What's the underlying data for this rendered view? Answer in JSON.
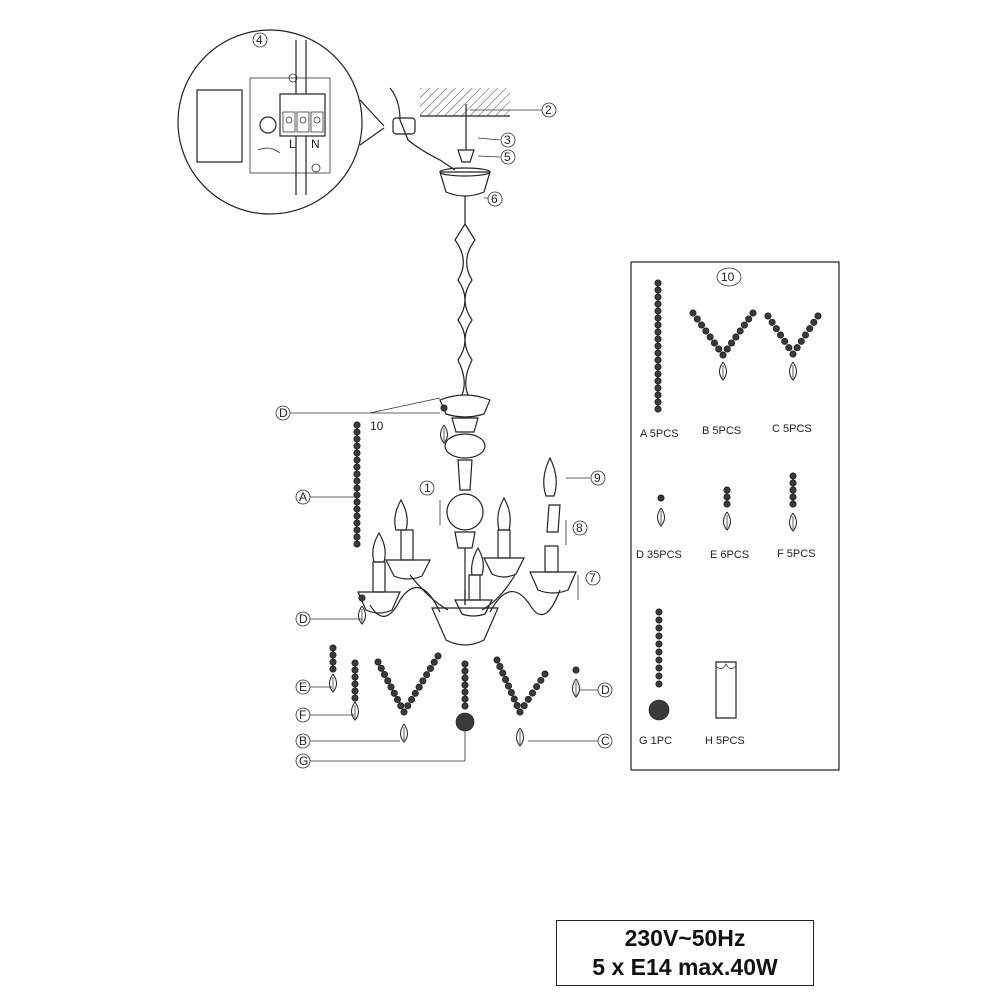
{
  "callouts": {
    "step_numbers": [
      "1",
      "2",
      "3",
      "4",
      "5",
      "6",
      "7",
      "8",
      "9",
      "10"
    ],
    "terminal_labels": [
      "L",
      "N"
    ],
    "part_letters": [
      "A",
      "B",
      "C",
      "D",
      "E",
      "F",
      "G"
    ]
  },
  "parts_panel": {
    "number": "10",
    "items": [
      {
        "letter": "A",
        "qty": "5PCS"
      },
      {
        "letter": "B",
        "qty": "5PCS"
      },
      {
        "letter": "C",
        "qty": "5PCS"
      },
      {
        "letter": "D",
        "qty": "35PCS"
      },
      {
        "letter": "E",
        "qty": "6PCS"
      },
      {
        "letter": "F",
        "qty": "5PCS"
      },
      {
        "letter": "G",
        "qty": "1PC"
      },
      {
        "letter": "H",
        "qty": "5PCS"
      }
    ]
  },
  "spec": {
    "line1": "230V~50Hz",
    "line2": "5  x  E14  max.40W"
  }
}
